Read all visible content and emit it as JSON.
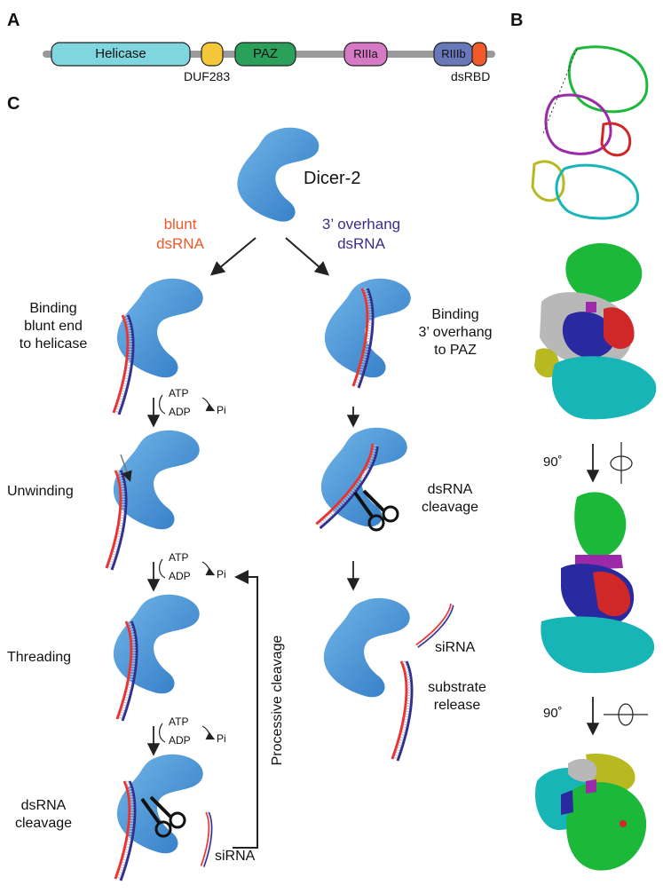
{
  "panels": {
    "a": "A",
    "b": "B",
    "c": "C"
  },
  "domain_bar": {
    "helicase": "Helicase",
    "duf283": "DUF283",
    "paz": "PAZ",
    "rnase3a": "RIIIa",
    "rnase3b": "RIIIb",
    "dsrbd": "dsRBD"
  },
  "colors": {
    "helicase": "#7fd6de",
    "duf283": "#f5c83c",
    "paz": "#2aa05a",
    "rnase3a": "#d77ac6",
    "rnase3b": "#6878b8",
    "dsrbd": "#f05a28",
    "protein": "#4f99d8",
    "rna_red": "#e8332e",
    "rna_blue": "#30308f",
    "blunt_text": "#f05a28",
    "overhang_text": "#3b2d8e",
    "struct_green": "#1cb83a",
    "struct_cyan": "#17b5b5",
    "struct_blue": "#2a2aa0",
    "struct_red": "#d02828",
    "struct_purple": "#9a2aa8",
    "struct_olive": "#b8b820",
    "struct_gray": "#b8b8b8"
  },
  "dicer": "Dicer-2",
  "branch": {
    "blunt_line1": "blunt",
    "blunt_line2": "dsRNA",
    "overhang_line1": "3’ overhang",
    "overhang_line2": "dsRNA"
  },
  "left_steps": {
    "binding_l1": "Binding",
    "binding_l2": "blunt end",
    "binding_l3": "to helicase",
    "unwinding": "Unwinding",
    "threading": "Threading",
    "cleavage_l1": "dsRNA",
    "cleavage_l2": "cleavage",
    "sirna": "siRNA"
  },
  "atp_cycle": {
    "atp": "ATP",
    "adp": "ADP",
    "pi": "Pi"
  },
  "processive": "Processive cleavage",
  "right_steps": {
    "binding_l1": "Binding",
    "binding_l2": "3’ overhang",
    "binding_l3": "to PAZ",
    "cleavage_l1": "dsRNA",
    "cleavage_l2": "cleavage",
    "sirna": "siRNA",
    "release_l1": "substrate",
    "release_l2": "release"
  },
  "rotations": {
    "first": "90˚",
    "second": "90˚"
  }
}
